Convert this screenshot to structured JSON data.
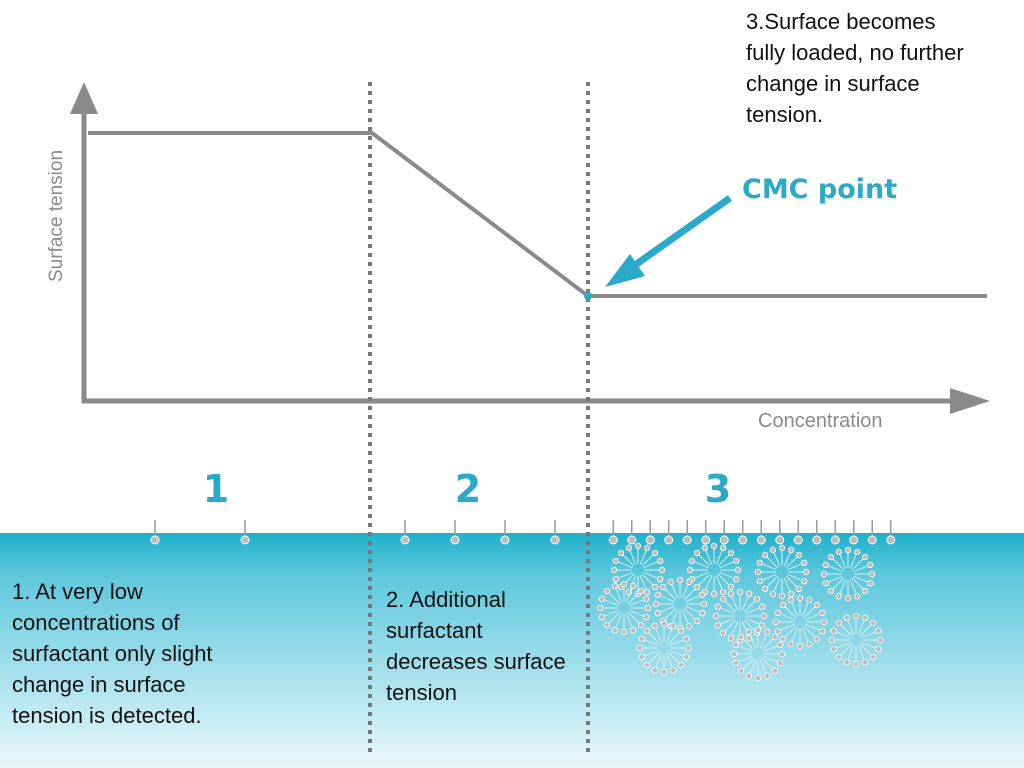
{
  "diagram": {
    "y_axis_label": "Surface tension",
    "x_axis_label": "Concentration",
    "callout": "CMC point",
    "regions": [
      {
        "number": "1",
        "note": "1. At very low\nconcentrations of\nsurfactant only slight\nchange in surface\ntension is detected."
      },
      {
        "number": "2",
        "note": "2. Additional\nsurfactant\ndecreases surface\ntension"
      },
      {
        "number": "3",
        "note": "3.Surface becomes\nfully loaded, no further\nchange in surface\ntension."
      }
    ],
    "surface_molecules_per_region": [
      2,
      4,
      16
    ],
    "micelle_count": 11,
    "colors": {
      "axis": "#8a8a8a",
      "curve": "#8a8a8a",
      "divider": "#777777",
      "accent": "#2aa9c9",
      "water_top": "#1fb0cc",
      "water_bottom": "#eaf7fb",
      "molecule": "#bdbdbd"
    }
  }
}
